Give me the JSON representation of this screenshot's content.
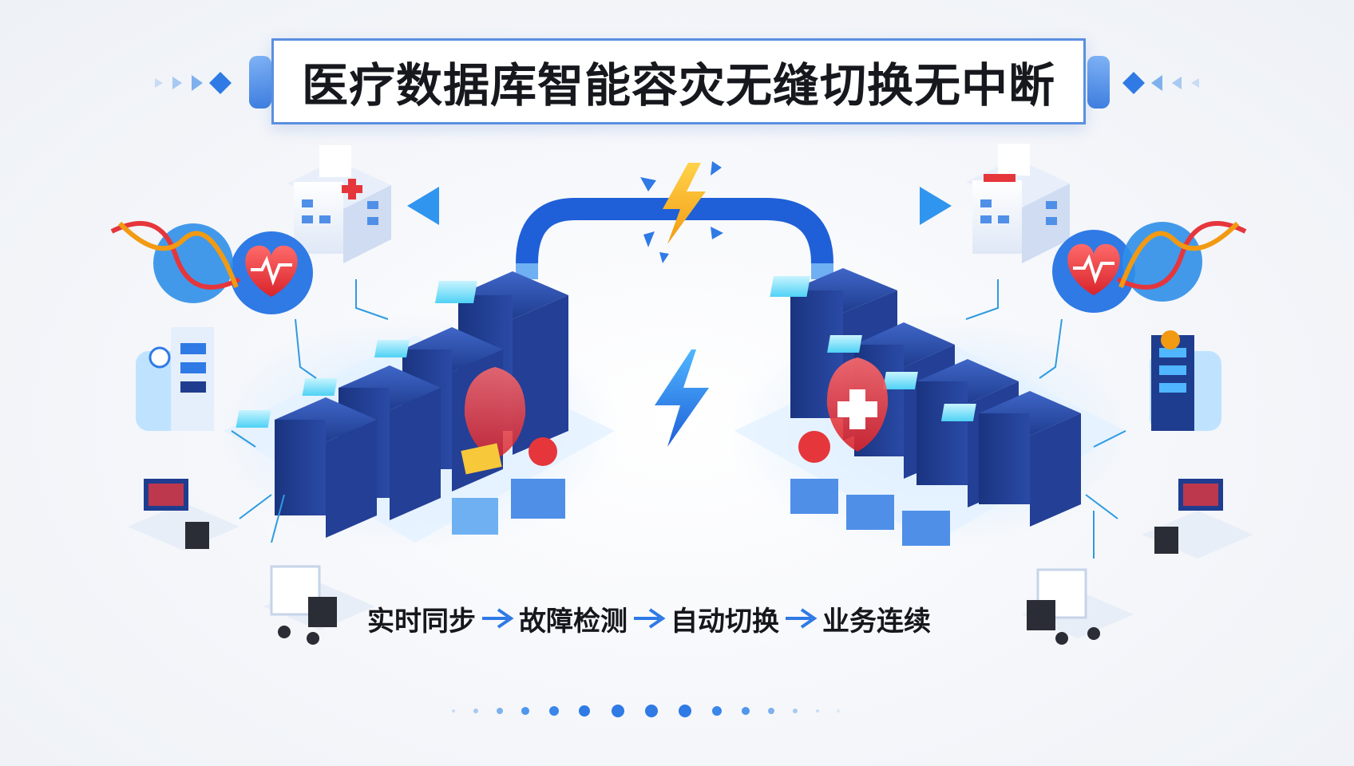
{
  "title": "医疗数据库智能容灾无缝切换无中断",
  "flow": {
    "steps": [
      "实时同步",
      "故障检测",
      "自动切换",
      "业务连续"
    ]
  },
  "icons": {
    "left_site": [
      "hospital-building-icon",
      "heart-monitor-icon",
      "dna-icon",
      "medical-workstation-icon",
      "doctor-desk-icon",
      "medical-cart-icon",
      "server-cluster-icon"
    ],
    "right_site": [
      "hospital-building-icon",
      "heart-monitor-icon",
      "dna-icon",
      "medical-workstation-icon",
      "doctor-desk-icon",
      "medical-cart-icon",
      "server-cluster-icon"
    ],
    "center": [
      "lightning-icon",
      "sync-arrow-icon"
    ]
  },
  "colors": {
    "accent_blue": "#2f7ae5",
    "server_navy": "#1f3d8f",
    "medical_red": "#e5363c",
    "lightning_yellow": "#f7b81a",
    "title_border": "#5a8fe0"
  }
}
